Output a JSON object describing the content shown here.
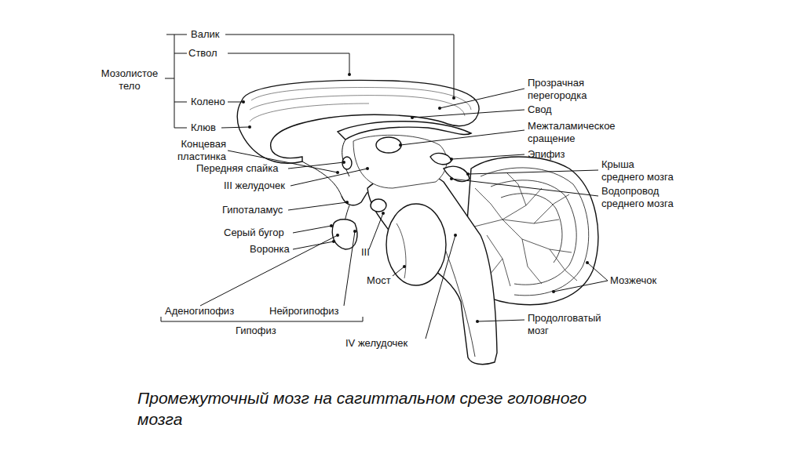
{
  "diagram": {
    "caption": "Промежуточный мозг на сагиттальном срезе головного мозга",
    "labels": [
      "Валик",
      "Ствол",
      "Мозолистое тело",
      "Колено",
      "Клюв",
      "Концевая пластинка",
      "Передняя спайка",
      "III желудочек",
      "Гипоталамус",
      "Серый бугор",
      "Воронка",
      "III",
      "Мост",
      "Аденогипофиз",
      "Нейрогипофиз",
      "Гипофиз",
      "IV желудочек",
      "Прозрачная перегородка",
      "Свод",
      "Межталамическое сращение",
      "Эпифиз",
      "Крыша среднего мозга",
      "Водопровод среднего мозга",
      "Мозжечок",
      "Продолговатый мозг"
    ]
  }
}
